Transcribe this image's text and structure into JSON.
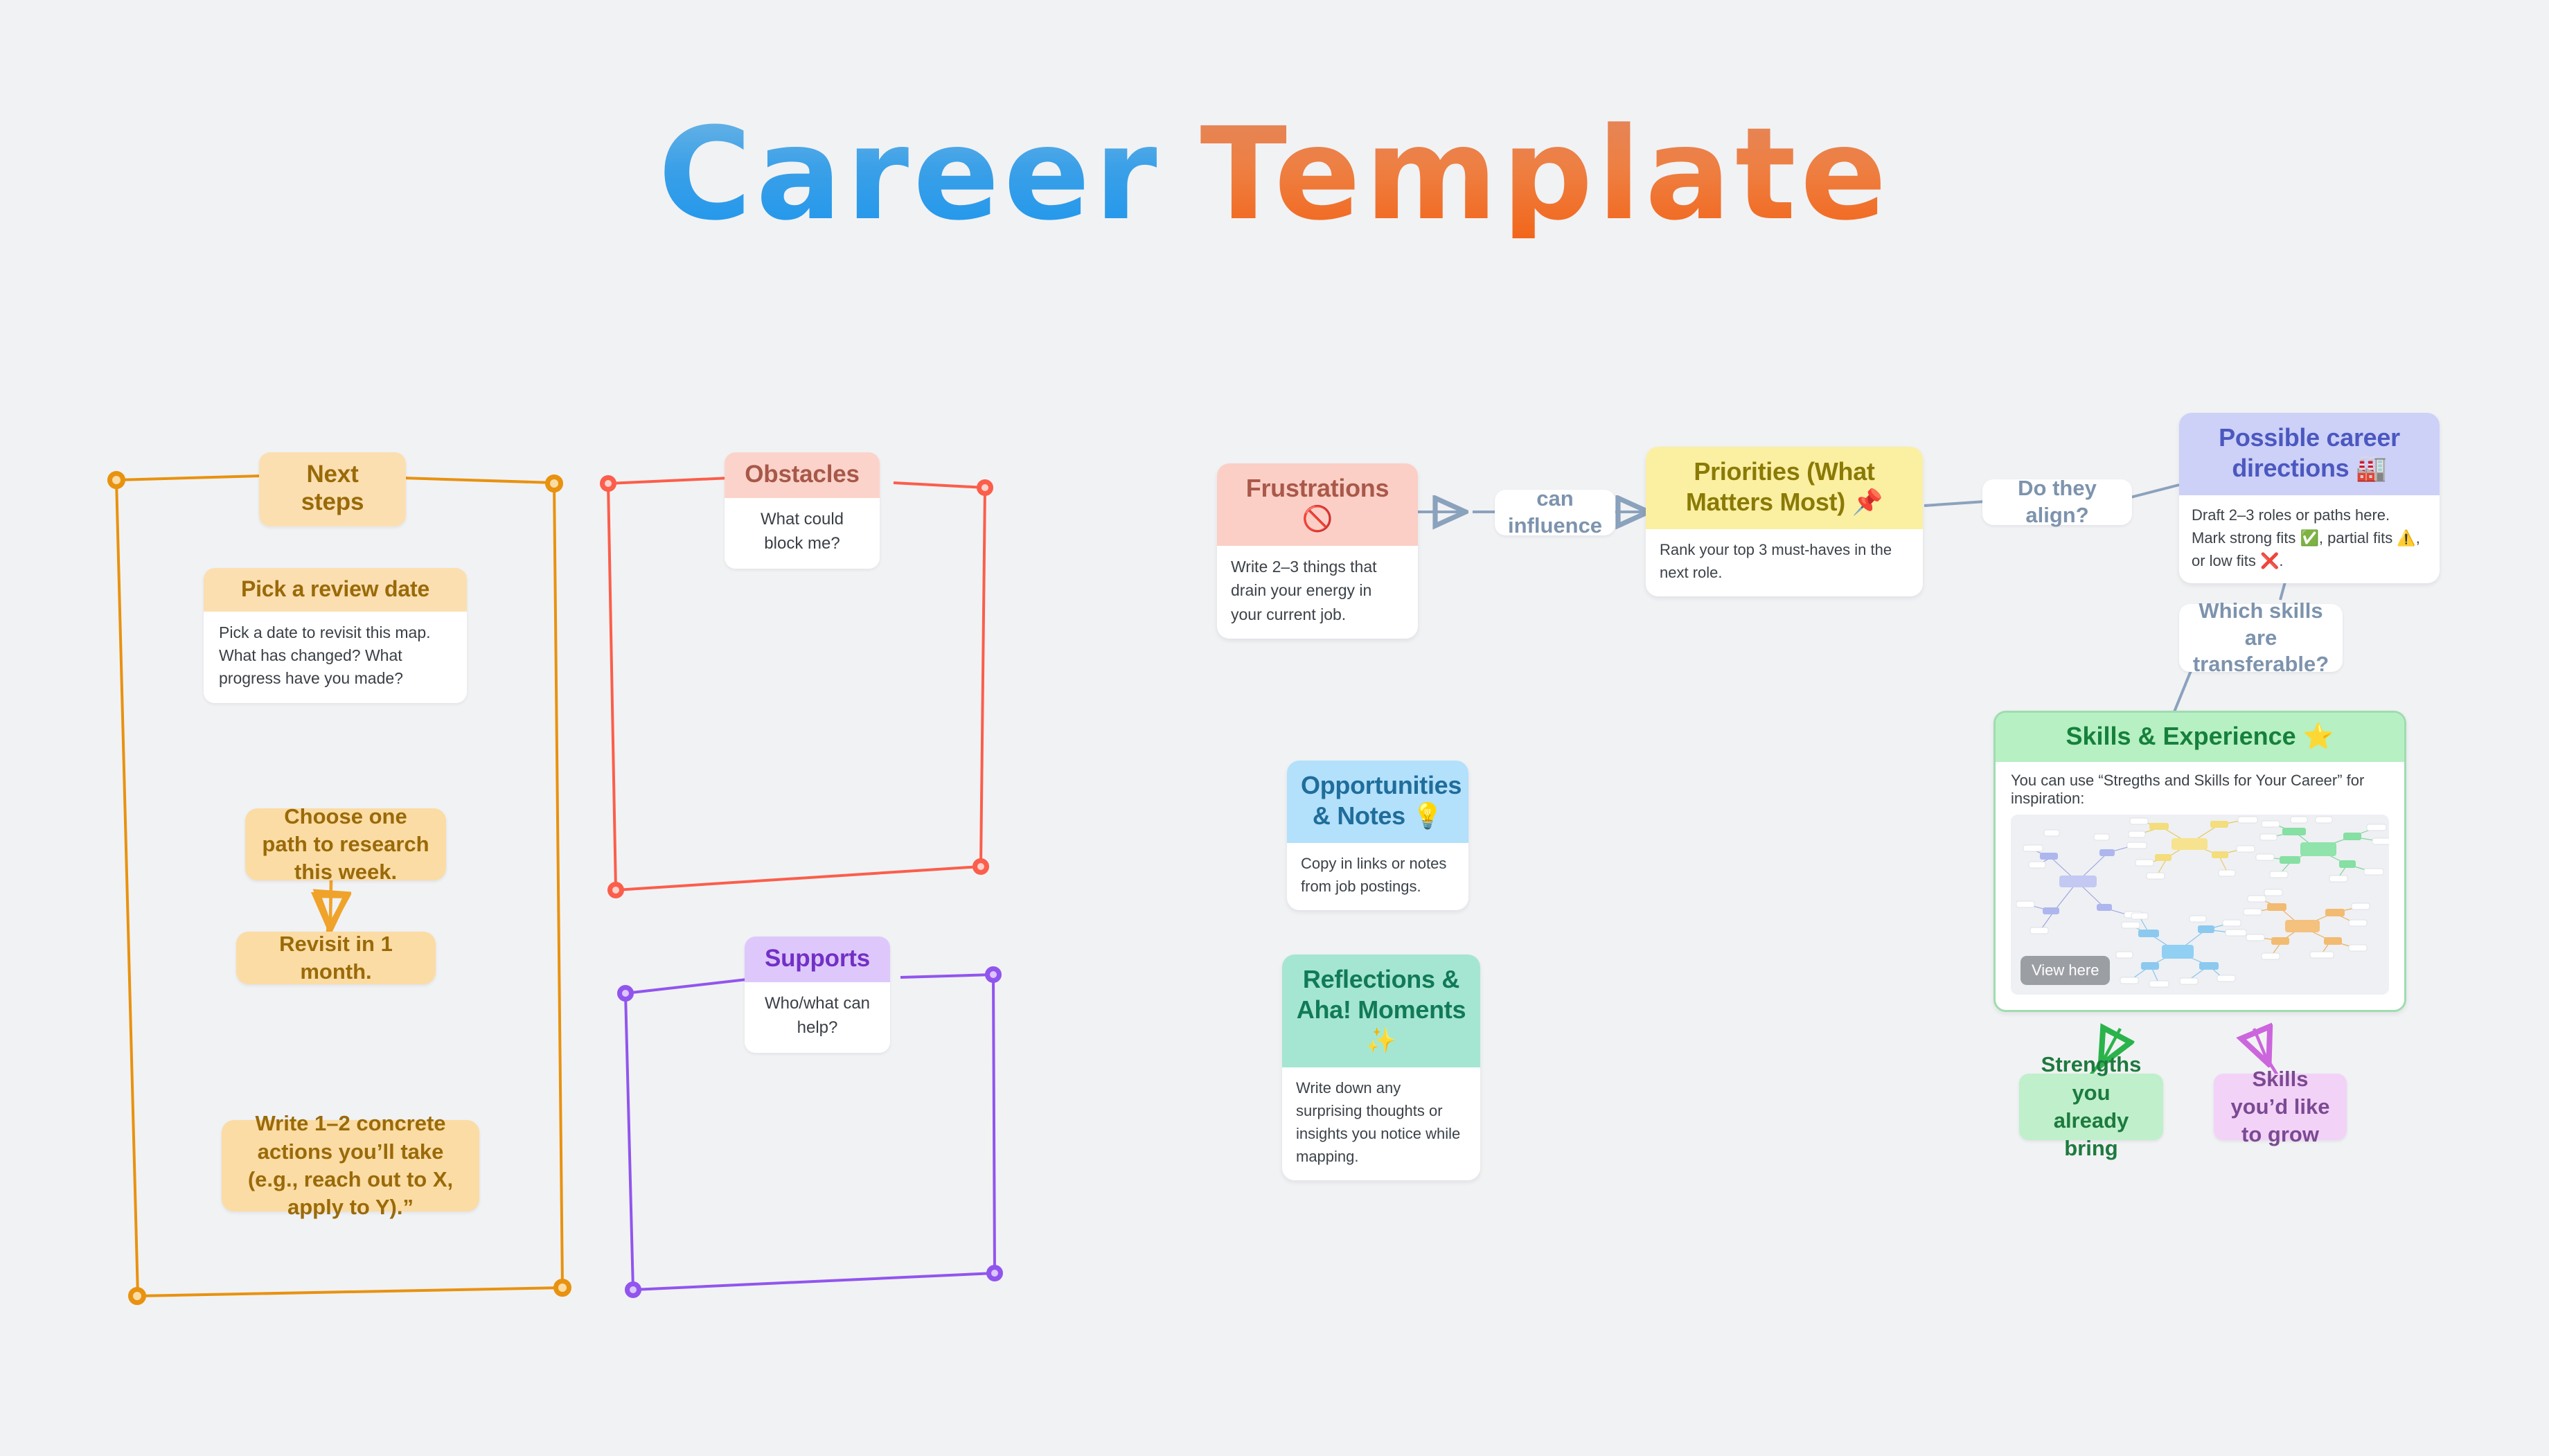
{
  "title": {
    "word1": "Career",
    "word2": "Template"
  },
  "frames": [
    {
      "id": "next-steps",
      "label_head": "Next steps",
      "label_body": "",
      "color": "#e8920f",
      "notes": [
        {
          "text": "Pick a review date",
          "kind": "card",
          "body": "Pick a date to revisit this map. What has changed? What progress have you made?"
        },
        {
          "text": "Choose one path to research this week.",
          "kind": "sticky"
        },
        {
          "text": "Revisit in 1 month.",
          "kind": "sticky"
        },
        {
          "text": "Write 1–2 concrete actions you’ll take (e.g., reach out to X, apply to Y).”",
          "kind": "sticky"
        }
      ]
    },
    {
      "id": "obstacles",
      "label_head": "Obstacles",
      "label_body": "What could block me?",
      "color": "#fb5e4b",
      "notes": []
    },
    {
      "id": "supports",
      "label_head": "Supports",
      "label_body": "Who/what can help?",
      "color": "#9155ee",
      "notes": []
    }
  ],
  "topics": {
    "frustrations": {
      "head": "Frustrations",
      "emoji": "🚫",
      "body": "Write 2–3 things that drain your energy in your current job."
    },
    "priorities": {
      "head": "Priorities (What Matters Most)",
      "emoji": "📌",
      "body": "Rank your top 3 must-haves in the next role."
    },
    "directions": {
      "head": "Possible career directions",
      "emoji": "🏭",
      "body": "Draft 2–3 roles or paths here. Mark strong fits ✅, partial fits ⚠️, or low fits ❌."
    },
    "opportunities": {
      "head": "Opportunities & Notes",
      "emoji": "💡",
      "body": "Copy in links or notes from job postings."
    },
    "reflections": {
      "head": "Reflections & Aha! Moments",
      "emoji": "✨",
      "body": "Write down any surprising thoughts or insights you notice while mapping."
    },
    "skills": {
      "head": "Skills & Experience",
      "emoji": "⭐",
      "note": "You can use “Stregths and Skills for Your Career” for inspiration:",
      "view_button": "View here"
    }
  },
  "relations": {
    "can_influence": "can influence",
    "do_they_align": "Do they align?",
    "which_skills": "Which skills are transferable?"
  },
  "leaves": {
    "strengths": "Strengths you already bring",
    "grow": "Skills you’d like to grow"
  },
  "colors": {
    "background": "#f1f2f4",
    "orange_frame": "#e8920f",
    "red_frame": "#fb5e4b",
    "purple_frame": "#9155ee",
    "connector": "#8ba2bd",
    "green_arrow": "#2ab34b",
    "pink_arrow": "#cc66dd",
    "title_blue": "#2a9ce8",
    "title_orange": "#ef6c1f"
  }
}
